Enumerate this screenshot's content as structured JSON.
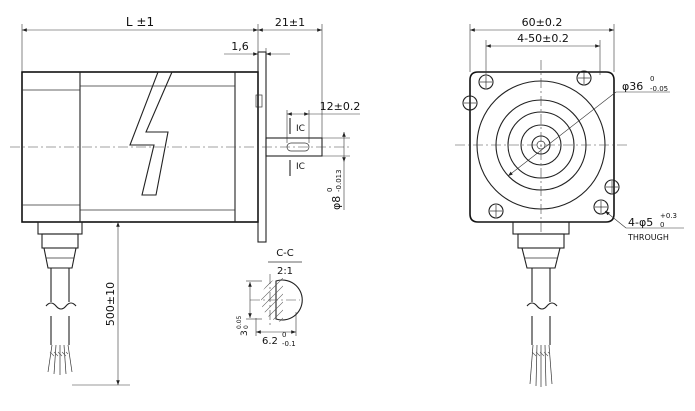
{
  "side_view": {
    "length_label": "L ±1",
    "shaft_length_label": "21±1",
    "flange_thickness_label": "1,6",
    "key_length_label": "12±0.2",
    "shaft_diameter_label": "φ8",
    "shaft_diameter_tol_upper": "0",
    "shaft_diameter_tol_lower": "-0.013",
    "cable_length_label": "500±10",
    "section_marker_top": "IC",
    "section_marker_bottom": "IC"
  },
  "section": {
    "title": "C-C",
    "scale": "2:1",
    "flat_depth_label": "3",
    "flat_depth_tol_upper": "0.05",
    "flat_depth_tol_lower": "0",
    "flat_width_label": "6.2",
    "flat_width_tol_upper": "0",
    "flat_width_tol_lower": "-0.1"
  },
  "front_view": {
    "width_label": "60±0.2",
    "hole_spacing_label": "4-50±0.2",
    "pilot_diameter_label": "φ36",
    "pilot_diameter_tol_upper": "0",
    "pilot_diameter_tol_lower": "-0.05",
    "hole_callout_label": "4-φ5",
    "hole_callout_tol_upper": "+0.3",
    "hole_callout_tol_lower": "0",
    "through_label": "THROUGH"
  }
}
